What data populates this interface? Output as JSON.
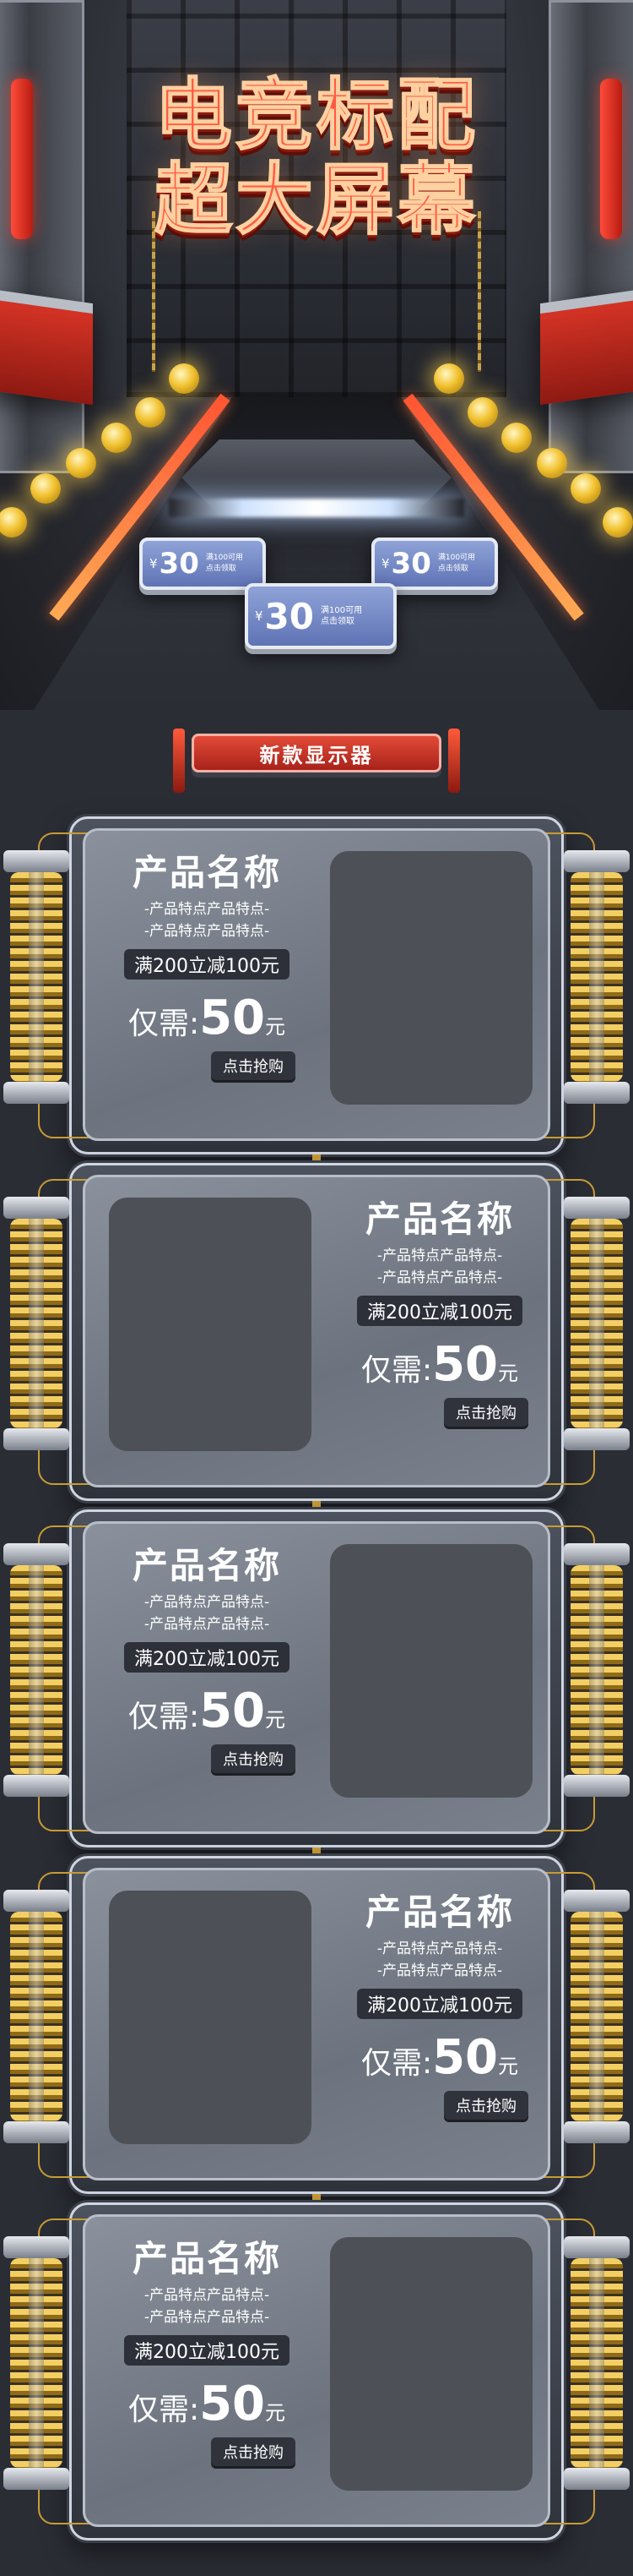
{
  "hero": {
    "title_line1": "电竞标配",
    "title_line2": "超大屏幕"
  },
  "coupons": [
    {
      "currency": "¥",
      "amount": "30",
      "line1": "满100可用",
      "line2": "点击领取"
    },
    {
      "currency": "¥",
      "amount": "30",
      "line1": "满100可用",
      "line2": "点击领取"
    },
    {
      "currency": "¥",
      "amount": "30",
      "line1": "满100可用",
      "line2": "点击领取"
    }
  ],
  "section": {
    "title": "新款显示器"
  },
  "products": [
    {
      "name": "产品名称",
      "feature1": "-产品特点产品特点-",
      "feature2": "-产品特点产品特点-",
      "promo": "满200立减100元",
      "price_label": "仅需:",
      "price": "50",
      "unit": "元",
      "button": "点击抢购"
    },
    {
      "name": "产品名称",
      "feature1": "-产品特点产品特点-",
      "feature2": "-产品特点产品特点-",
      "promo": "满200立减100元",
      "price_label": "仅需:",
      "price": "50",
      "unit": "元",
      "button": "点击抢购"
    },
    {
      "name": "产品名称",
      "feature1": "-产品特点产品特点-",
      "feature2": "-产品特点产品特点-",
      "promo": "满200立减100元",
      "price_label": "仅需:",
      "price": "50",
      "unit": "元",
      "button": "点击抢购"
    },
    {
      "name": "产品名称",
      "feature1": "-产品特点产品特点-",
      "feature2": "-产品特点产品特点-",
      "promo": "满200立减100元",
      "price_label": "仅需:",
      "price": "50",
      "unit": "元",
      "button": "点击抢购"
    },
    {
      "name": "产品名称",
      "feature1": "-产品特点产品特点-",
      "feature2": "-产品特点产品特点-",
      "promo": "满200立减100元",
      "price_label": "仅需:",
      "price": "50",
      "unit": "元",
      "button": "点击抢购"
    }
  ],
  "colors": {
    "title_red": "#ff5a43",
    "banner_red": "#e34a37",
    "coupon_blue": "#6f83c4",
    "card_grey": "#7a818c",
    "coil_gold": "#f3cf63"
  }
}
